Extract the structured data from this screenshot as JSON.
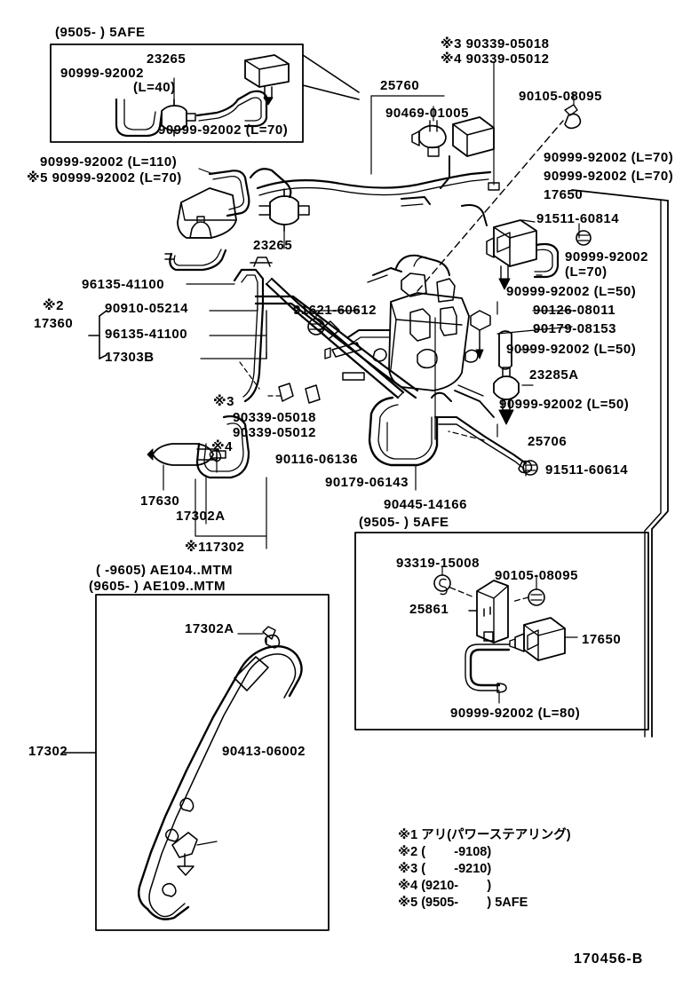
{
  "diagram": {
    "code": "170456-B",
    "title": "Toyota vacuum piping / hose routing parts diagram"
  },
  "inset_top": {
    "header": "(9505-        ) 5AFE",
    "labels": {
      "valve": "23265",
      "hose_l40": "90999-92002",
      "hose_l40_len": "(L=40)",
      "hose_l70": "90999-92002 (L=70)"
    }
  },
  "inset_bottom_right": {
    "header": "(9505-        ) 5AFE",
    "labels": {
      "clip": "93319-15008",
      "bolt": "90105-08095",
      "bracket": "25861",
      "vsv": "17650",
      "hose_l80": "90999-92002 (L=80)"
    }
  },
  "inset_bottom_left": {
    "header_line1": "(        -9605) AE104..MTM",
    "header_line2": "(9605-        ) AE109..MTM",
    "labels": {
      "hose": "17302A",
      "clamp": "90413-06002",
      "assy": "17302"
    }
  },
  "main_labels": {
    "hose_l110": "90999-92002 (L=110)",
    "hose_l70_note5": "※5 90999-92002 (L=70)",
    "valve_23265": "23265",
    "gasket_96135_a": "96135-41100",
    "clip_90910": "90910-05214",
    "gasket_96135_b": "96135-41100",
    "pipe_17303b": "17303B",
    "note2": "※2",
    "assy_17360": "17360",
    "bolt_91621": "91621-60612",
    "screw_90339_18": "90339-05018",
    "screw_90339_12": "90339-05012",
    "note3": "※3",
    "note4": "※4",
    "bolt_90116": "90116-06136",
    "washer_90179": "90179-06143",
    "hose_90445": "90445-14166",
    "filter_17630": "17630",
    "hose_17302a": "17302A",
    "note1_17302": "※117302",
    "canister_25760": "25760",
    "clip_90469": "90469-01005",
    "screw3_90339_18": "※3 90339-05018",
    "screw4_90339_12": "※4 90339-05012",
    "bolt_90105": "90105-08095",
    "hose_r_l70_a": "90999-92002 (L=70)",
    "hose_r_l70_b": "90999-92002 (L=70)",
    "vsv_17650": "17650",
    "bolt_91511_60814": "91511-60814",
    "hose_r_l70_c": "90999-92002",
    "hose_r_l70_c_len": "(L=70)",
    "hose_r_l50_a": "90999-92002 (L=50)",
    "bolt_90126": "90126-08011",
    "washer_90179_08": "90179-08153",
    "hose_r_l50_b": "90999-92002 (L=50)",
    "valve_23285a": "23285A",
    "pipe_25706": "25706",
    "bolt_91511_60614": "91511-60614"
  },
  "legend": {
    "rows": [
      "※1 アリ(パワーステアリング)",
      "※2 (        -9108)",
      "※3 (        -9210)",
      "※4 (9210-        )",
      "※5 (9505-        ) 5AFE"
    ]
  }
}
